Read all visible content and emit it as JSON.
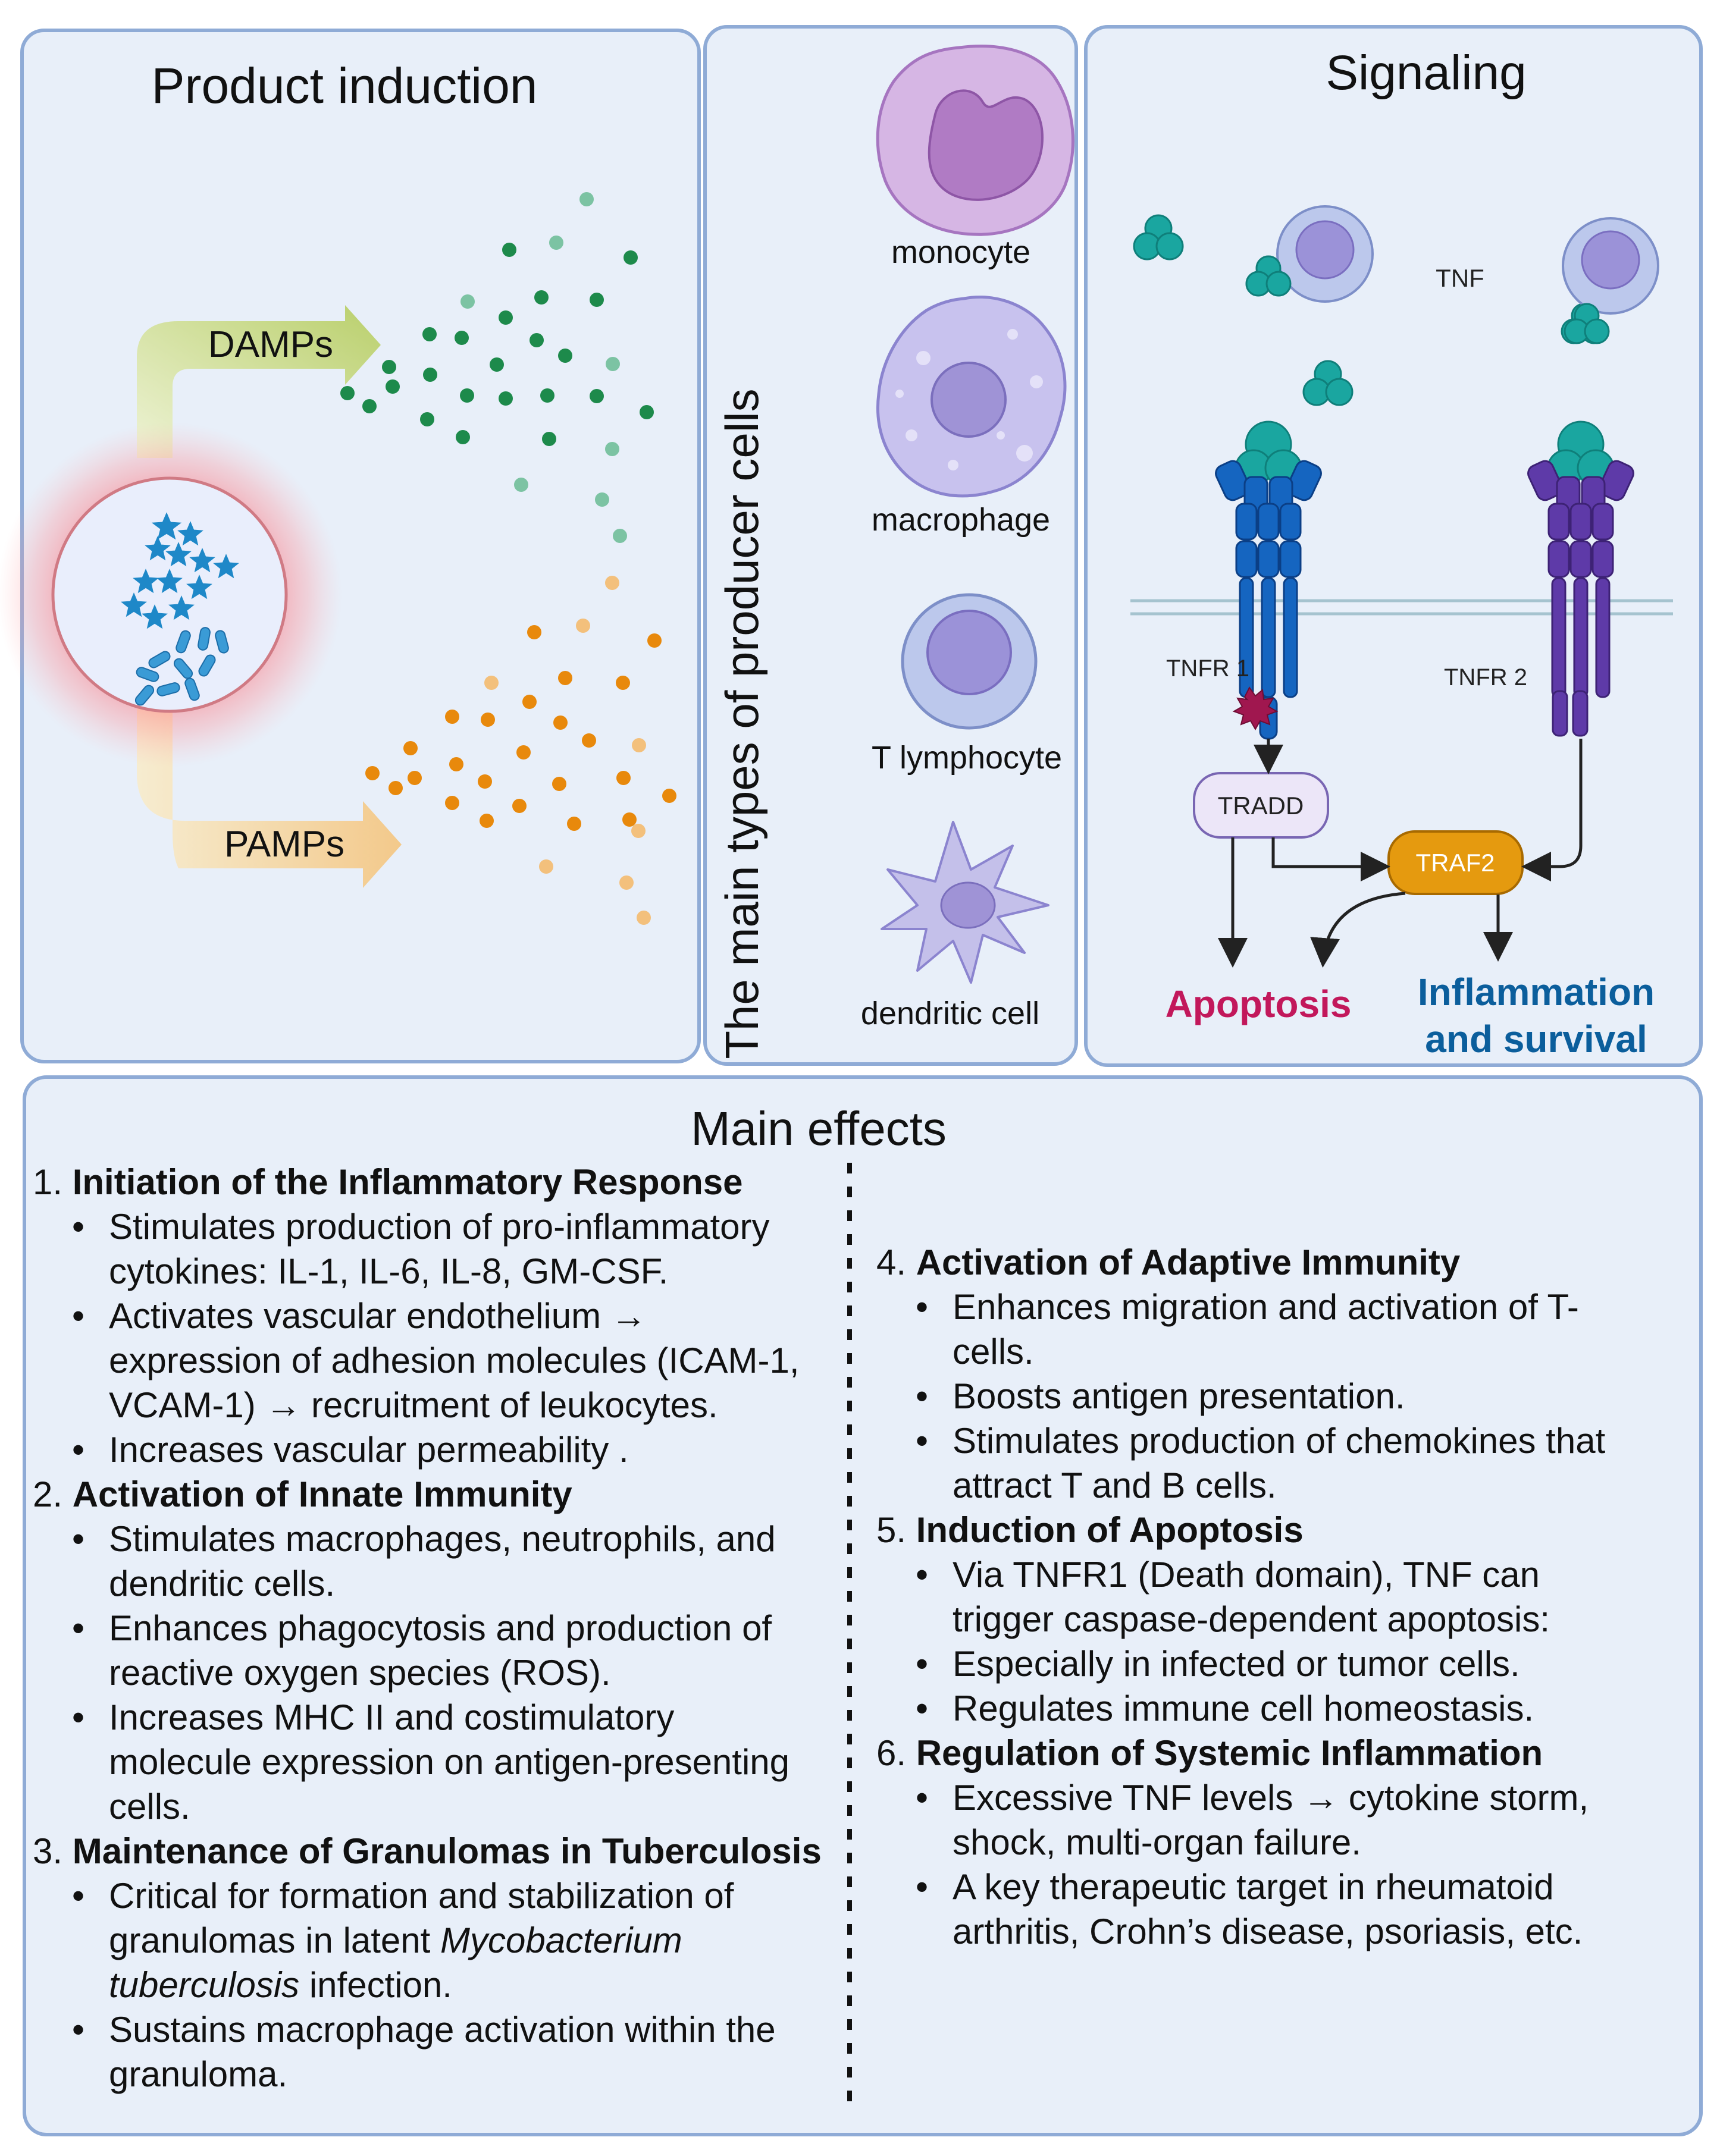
{
  "colors": {
    "panel_fill": "#e8eff9",
    "panel_border": "#8fabd6",
    "damp_green": "#1d8a4b",
    "pamp_orange": "#e8890c",
    "tnf_teal": "#1aa6a0",
    "tnfr1_blue": "#1565c0",
    "tnfr2_purple": "#5e3aa8",
    "traf2_orange": "#e59a0f",
    "apoptosis_text": "#c2185b",
    "inflammation_text": "#0b5e9c"
  },
  "panel1": {
    "title": "Product induction",
    "damps_label": "DAMPs",
    "pamps_label": "PAMPs"
  },
  "panel2": {
    "title": "The main types of producer cells",
    "cells": [
      {
        "label": "monocyte",
        "icon": "monocyte-icon"
      },
      {
        "label": "macrophage",
        "icon": "macrophage-icon"
      },
      {
        "label": "T lymphocyte",
        "icon": "t-lymphocyte-icon"
      },
      {
        "label": "dendritic cell",
        "icon": "dendritic-cell-icon"
      }
    ]
  },
  "panel3": {
    "title": "Signaling",
    "tnf_label": "TNF",
    "tnfr1_label": "TNFR 1",
    "tnfr2_label": "TNFR 2",
    "tradd_label": "TRADD",
    "traf2_label": "TRAF2",
    "apoptosis_label": "Apoptosis",
    "inflammation_label_1": "Inflammation",
    "inflammation_label_2": "and survival"
  },
  "effects": {
    "title": "Main effects",
    "left": [
      {
        "num": "1.",
        "heading": "Initiation of the Inflammatory Response",
        "bullets": [
          [
            "Stimulates production of pro-inflammatory",
            "cytokines: IL-1, IL-6, IL-8, GM-CSF."
          ],
          [
            "Activates vascular endothelium →",
            "expression of adhesion molecules (ICAM-1,",
            "VCAM-1) → recruitment of leukocytes."
          ],
          [
            "Increases vascular permeability ."
          ]
        ]
      },
      {
        "num": "2.",
        "heading": "Activation of Innate Immunity",
        "bullets": [
          [
            "Stimulates macrophages, neutrophils, and",
            "dendritic cells."
          ],
          [
            "Enhances phagocytosis and production of",
            "reactive oxygen species (ROS)."
          ],
          [
            "Increases MHC II and costimulatory",
            "molecule expression on antigen-presenting",
            "cells."
          ]
        ]
      },
      {
        "num": "3.",
        "heading": "Maintenance of Granulomas in Tuberculosis",
        "bullets": [
          [
            "Critical for formation and stabilization of",
            "granulomas in latent |Mycobacterium|",
            "|tuberculosis| infection."
          ],
          [
            "Sustains macrophage activation within the",
            "granuloma."
          ]
        ]
      }
    ],
    "right": [
      {
        "num": "4.",
        "heading": "Activation of Adaptive Immunity",
        "bullets": [
          [
            "Enhances migration and activation of T-",
            "cells."
          ],
          [
            "Boosts antigen presentation."
          ],
          [
            "Stimulates production of chemokines that",
            "attract T and B cells."
          ]
        ]
      },
      {
        "num": "5.",
        "heading": "Induction of Apoptosis",
        "bullets": [
          [
            "Via TNFR1 (Death domain), TNF can",
            "trigger caspase-dependent apoptosis:"
          ],
          [
            "Especially in infected or tumor cells."
          ],
          [
            "Regulates immune cell homeostasis."
          ]
        ]
      },
      {
        "num": "6.",
        "heading": "Regulation of Systemic Inflammation",
        "bullets": [
          [
            "Excessive TNF levels → cytokine storm,",
            "shock, multi-organ failure."
          ],
          [
            "A key therapeutic target in rheumatoid",
            "arthritis, Crohn’s disease, psoriasis, etc."
          ]
        ]
      }
    ]
  }
}
